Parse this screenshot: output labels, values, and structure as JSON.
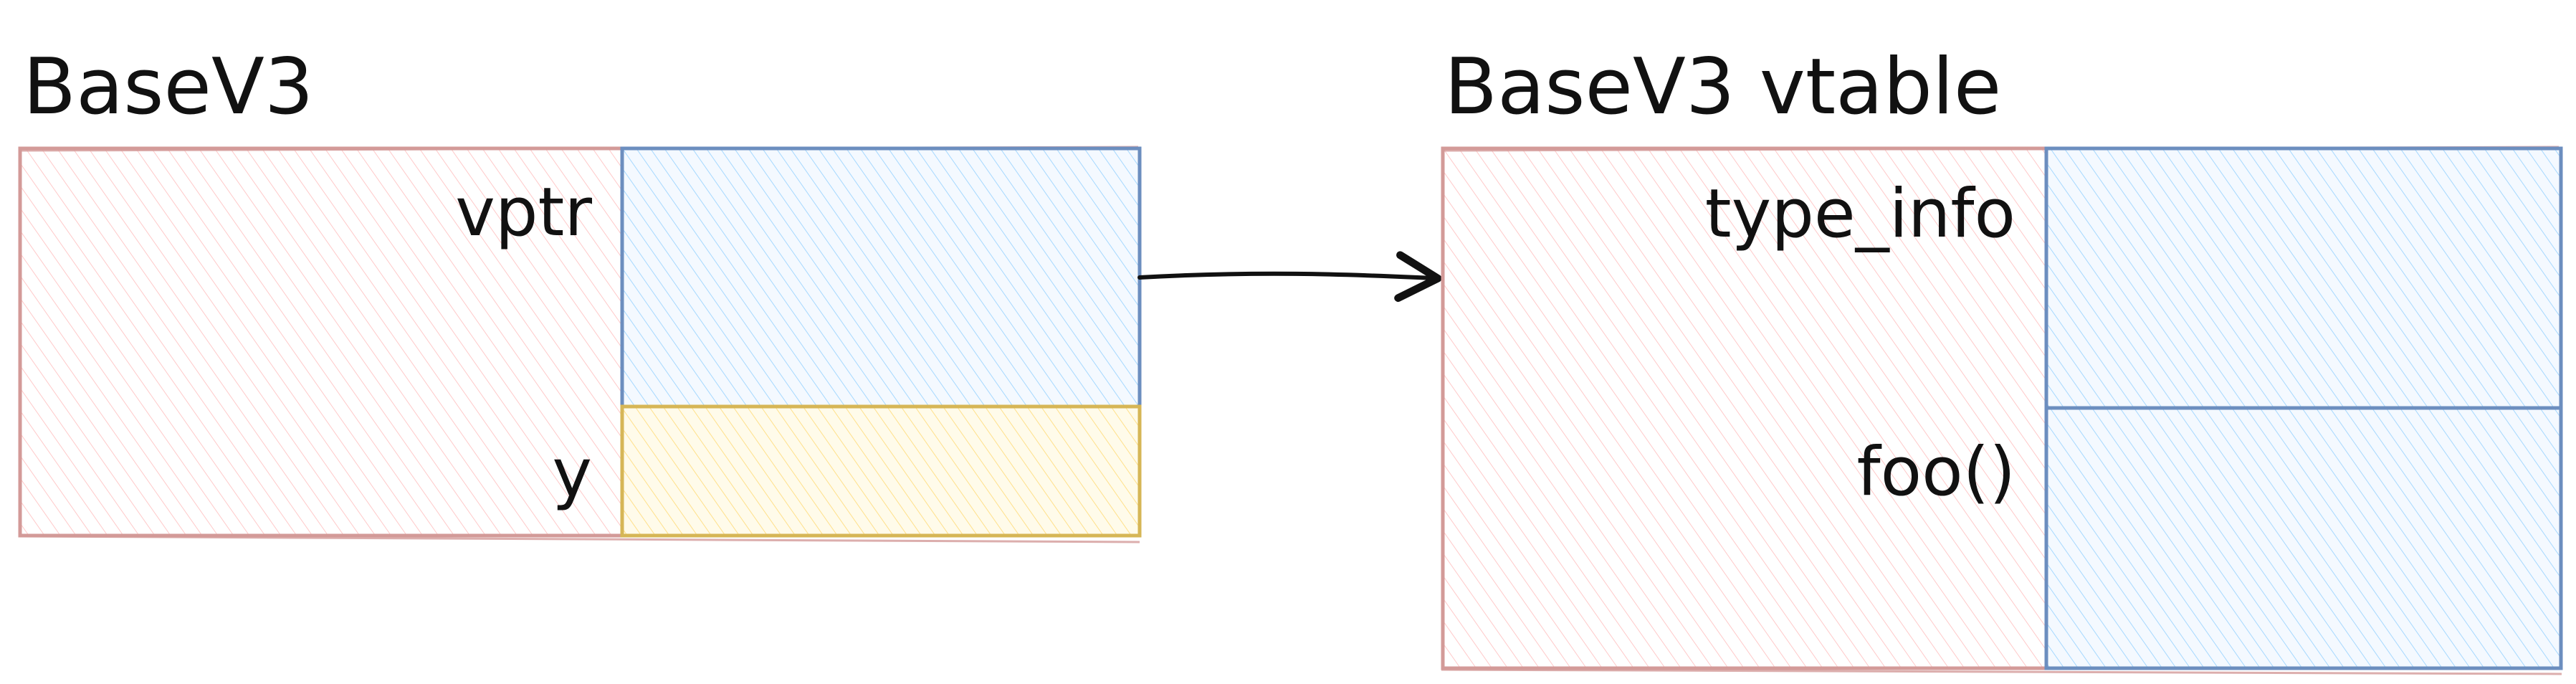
{
  "diagram": {
    "left_struct": {
      "title": "BaseV3",
      "fields": [
        {
          "label": "vptr",
          "kind": "pointer"
        },
        {
          "label": "y",
          "kind": "data"
        }
      ]
    },
    "right_struct": {
      "title": "BaseV3 vtable",
      "fields": [
        {
          "label": "type_info",
          "kind": "entry"
        },
        {
          "label": "foo()",
          "kind": "entry"
        }
      ]
    },
    "colors": {
      "struct_fill": "#ffc9c9",
      "struct_stroke": "#d39a98",
      "pointer_fill": "#a5d8ff",
      "pointer_stroke": "#6c8ebf",
      "data_fill": "#ffec99",
      "data_stroke": "#d6b656",
      "arrow": "#111111"
    }
  }
}
